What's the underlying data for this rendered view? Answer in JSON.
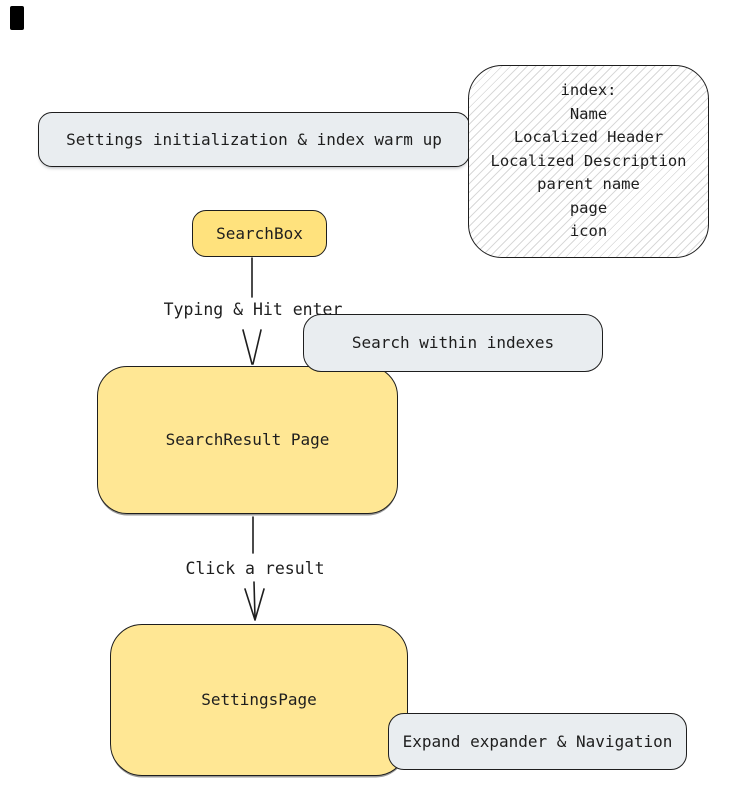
{
  "diagram": {
    "title_hint": "Settings search flow",
    "colors": {
      "background": "#ffffff",
      "node_border": "#1e1e1e",
      "text": "#1e1e1e",
      "gray_fill": "#e9edf0",
      "yellow_fill": "#ffe794",
      "yellow_fill_deep": "#ffe27d",
      "hatch_line": "#d9d9d9",
      "stray_rect_fill": "#000000"
    },
    "nodes": {
      "warmup": {
        "label": "Settings initialization & index warm up",
        "shape": "rounded-rect",
        "fill": "gray"
      },
      "index_note": {
        "shape": "rounded-rect",
        "fill": "hatched-white",
        "lines": [
          "index:",
          "Name",
          "Localized Header",
          "Localized Description",
          "parent name",
          "page",
          "icon"
        ]
      },
      "searchbox": {
        "label": "SearchBox",
        "shape": "rounded-rect",
        "fill": "yellow"
      },
      "search_within": {
        "label": "Search within indexes",
        "shape": "rounded-rect",
        "fill": "gray"
      },
      "search_result": {
        "label": "SearchResult Page",
        "shape": "rounded-rect",
        "fill": "yellow"
      },
      "settings_page": {
        "label": "SettingsPage",
        "shape": "rounded-rect",
        "fill": "yellow"
      },
      "expand_nav": {
        "label": "Expand expander & Navigation",
        "shape": "rounded-rect",
        "fill": "gray"
      }
    },
    "edges": {
      "typing": {
        "label": "Typing & Hit enter",
        "from": "searchbox",
        "to": "search_result",
        "style": "open-arrow"
      },
      "click": {
        "label": "Click a result",
        "from": "search_result",
        "to": "settings_page",
        "style": "open-arrow"
      }
    }
  }
}
